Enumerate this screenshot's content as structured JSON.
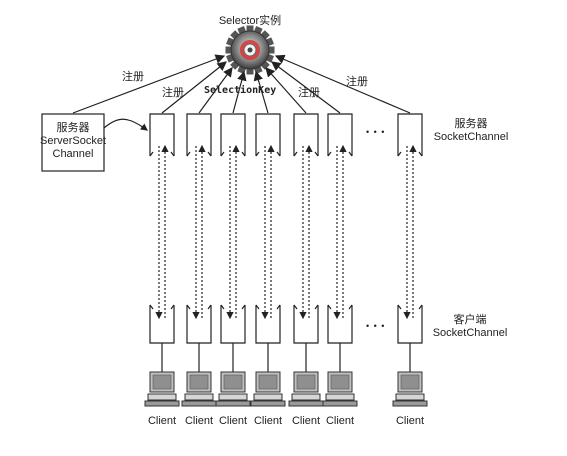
{
  "selector": {
    "title": "Selector实例",
    "key_label": "SelectionKey"
  },
  "register_labels": [
    "注册",
    "注册",
    "注册",
    "注册"
  ],
  "server_socket_box": {
    "line1": "服务器",
    "line2": "ServerSocket",
    "line3": "Channel"
  },
  "server_channel_label": {
    "line1": "服务器",
    "line2": "SocketChannel"
  },
  "client_channel_label": {
    "line1": "客户端",
    "line2": "SocketChannel"
  },
  "ellipsis": "• • •",
  "clients": [
    "Client",
    "Client",
    "Client",
    "Client",
    "Client",
    "Client",
    "Client"
  ]
}
